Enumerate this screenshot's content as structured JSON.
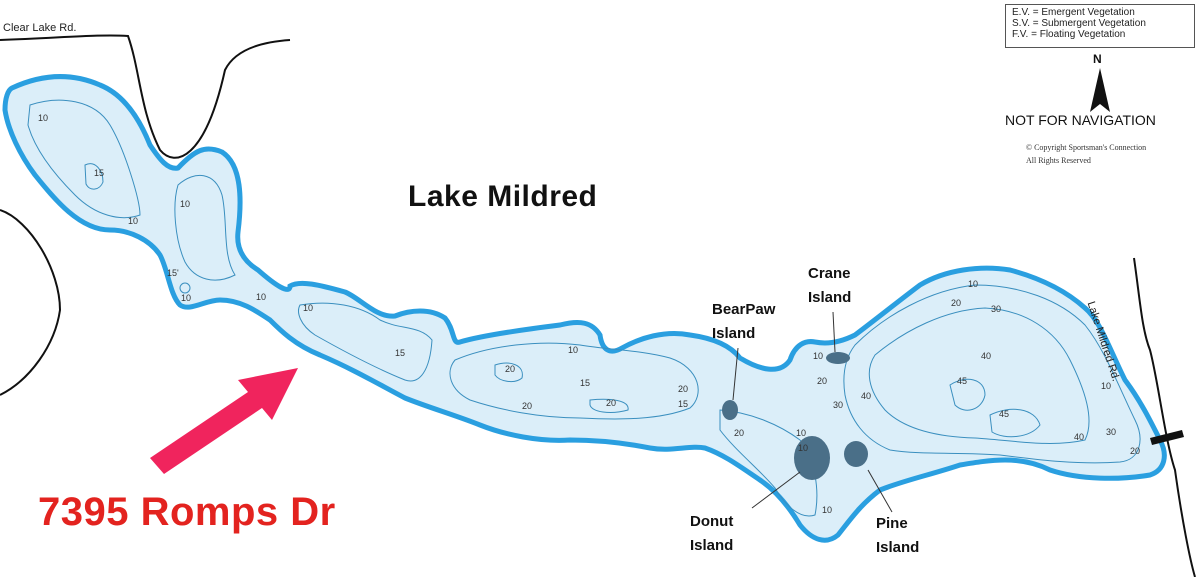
{
  "roads": {
    "top_left": "Clear Lake Rd.",
    "right": "Lake Mildred Rd."
  },
  "lake": {
    "name": "Lake Mildred"
  },
  "islands": {
    "bearpaw": [
      "BearPaw",
      "Island"
    ],
    "crane": [
      "Crane",
      "Island"
    ],
    "donut": [
      "Donut",
      "Island"
    ],
    "pine": [
      "Pine",
      "Island"
    ]
  },
  "legend": {
    "ev": "E.V. = Emergent Vegetation",
    "sv": "S.V. = Submergent Vegetation",
    "fv": "F.V. = Floating Vegetation"
  },
  "compass": {
    "north": "N"
  },
  "notice": "NOT FOR NAVIGATION",
  "copyright": [
    "© Copyright Sportsman's Connection",
    "All Rights Reserved"
  ],
  "address": "7395 Romps Dr",
  "depths": [
    "10",
    "15",
    "10",
    "10",
    "15'",
    "10",
    "10",
    "10",
    "15",
    "20",
    "20",
    "10",
    "15",
    "20",
    "20",
    "15",
    "20",
    "10",
    "10",
    "20",
    "30",
    "10",
    "20",
    "30",
    "40",
    "45",
    "40",
    "45",
    "40",
    "30",
    "10",
    "20",
    "10",
    "10"
  ],
  "colors": {
    "water": "#dbeef9",
    "shoreline": "#2a9fe0",
    "contour": "#3a8fbf",
    "island": "#4a6f88",
    "address": "#e3231f",
    "arrow": "#f0245d"
  }
}
